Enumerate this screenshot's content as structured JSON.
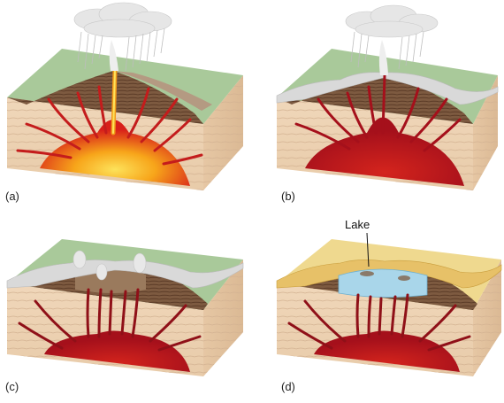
{
  "panels": [
    {
      "id": "a",
      "label": "(a)"
    },
    {
      "id": "b",
      "label": "(b)"
    },
    {
      "id": "c",
      "label": "(c)"
    },
    {
      "id": "d",
      "label": "(d)"
    }
  ],
  "annotations": {
    "lake": "Lake"
  },
  "colors": {
    "ground_side": "#ecd2b4",
    "strata_lines": "#c9a88a",
    "grass_top": "#a9c99a",
    "rock_brown": "#8a6a50",
    "magma_dark": "#b0141c",
    "magma_hot": "#f7b51a",
    "ash_gray": "#d9d9d9",
    "lake_blue": "#a9d6ea",
    "sand_yellow": "#f4dc8a"
  }
}
